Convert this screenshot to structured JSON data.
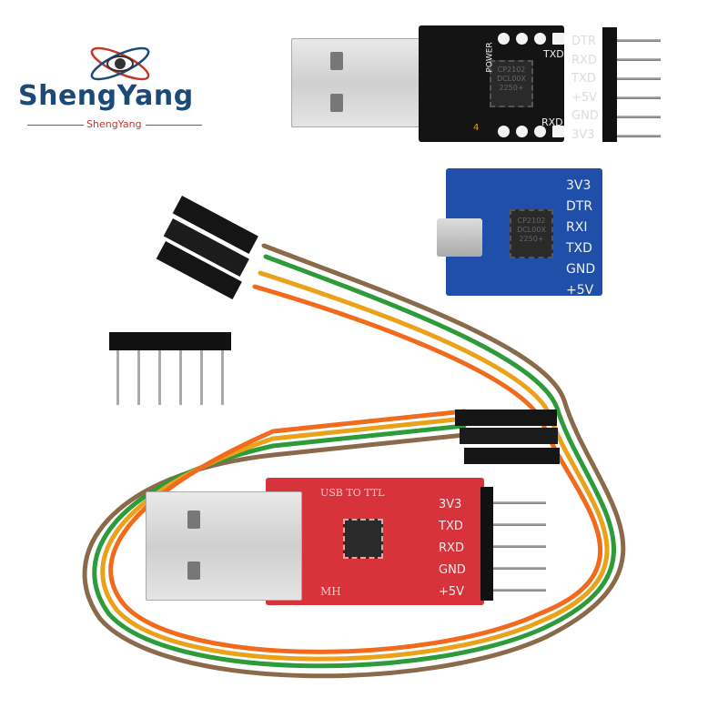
{
  "brand": {
    "name": "ShengYang",
    "subtitle": "ShengYang",
    "logo": "eye-orbit-logo"
  },
  "black_board": {
    "pins": [
      "DTR",
      "RXD",
      "TXD",
      "+5V",
      "GND",
      "3V3"
    ],
    "led_labels": {
      "top": "TXD",
      "bottom": "RXD",
      "power": "POWER"
    },
    "chip": [
      "CP2102",
      "DCL00X",
      "2250+"
    ],
    "marking": "4"
  },
  "blue_board": {
    "pins": [
      "3V3",
      "DTR",
      "RXI",
      "TXD",
      "GND",
      "+5V"
    ],
    "chip": [
      "CP2102",
      "DCL00X",
      "2250+"
    ]
  },
  "red_board": {
    "title": "USB TO TTL",
    "pins": [
      "3V3",
      "TXD",
      "RXD",
      "GND",
      "+5V"
    ],
    "maker": "MH"
  },
  "colors": {
    "brand_blue": "#1c4a78",
    "brand_red": "#c0392b",
    "black_pcb": "#141414",
    "blue_pcb": "#1f4fa8",
    "red_pcb": "#d8323a"
  }
}
